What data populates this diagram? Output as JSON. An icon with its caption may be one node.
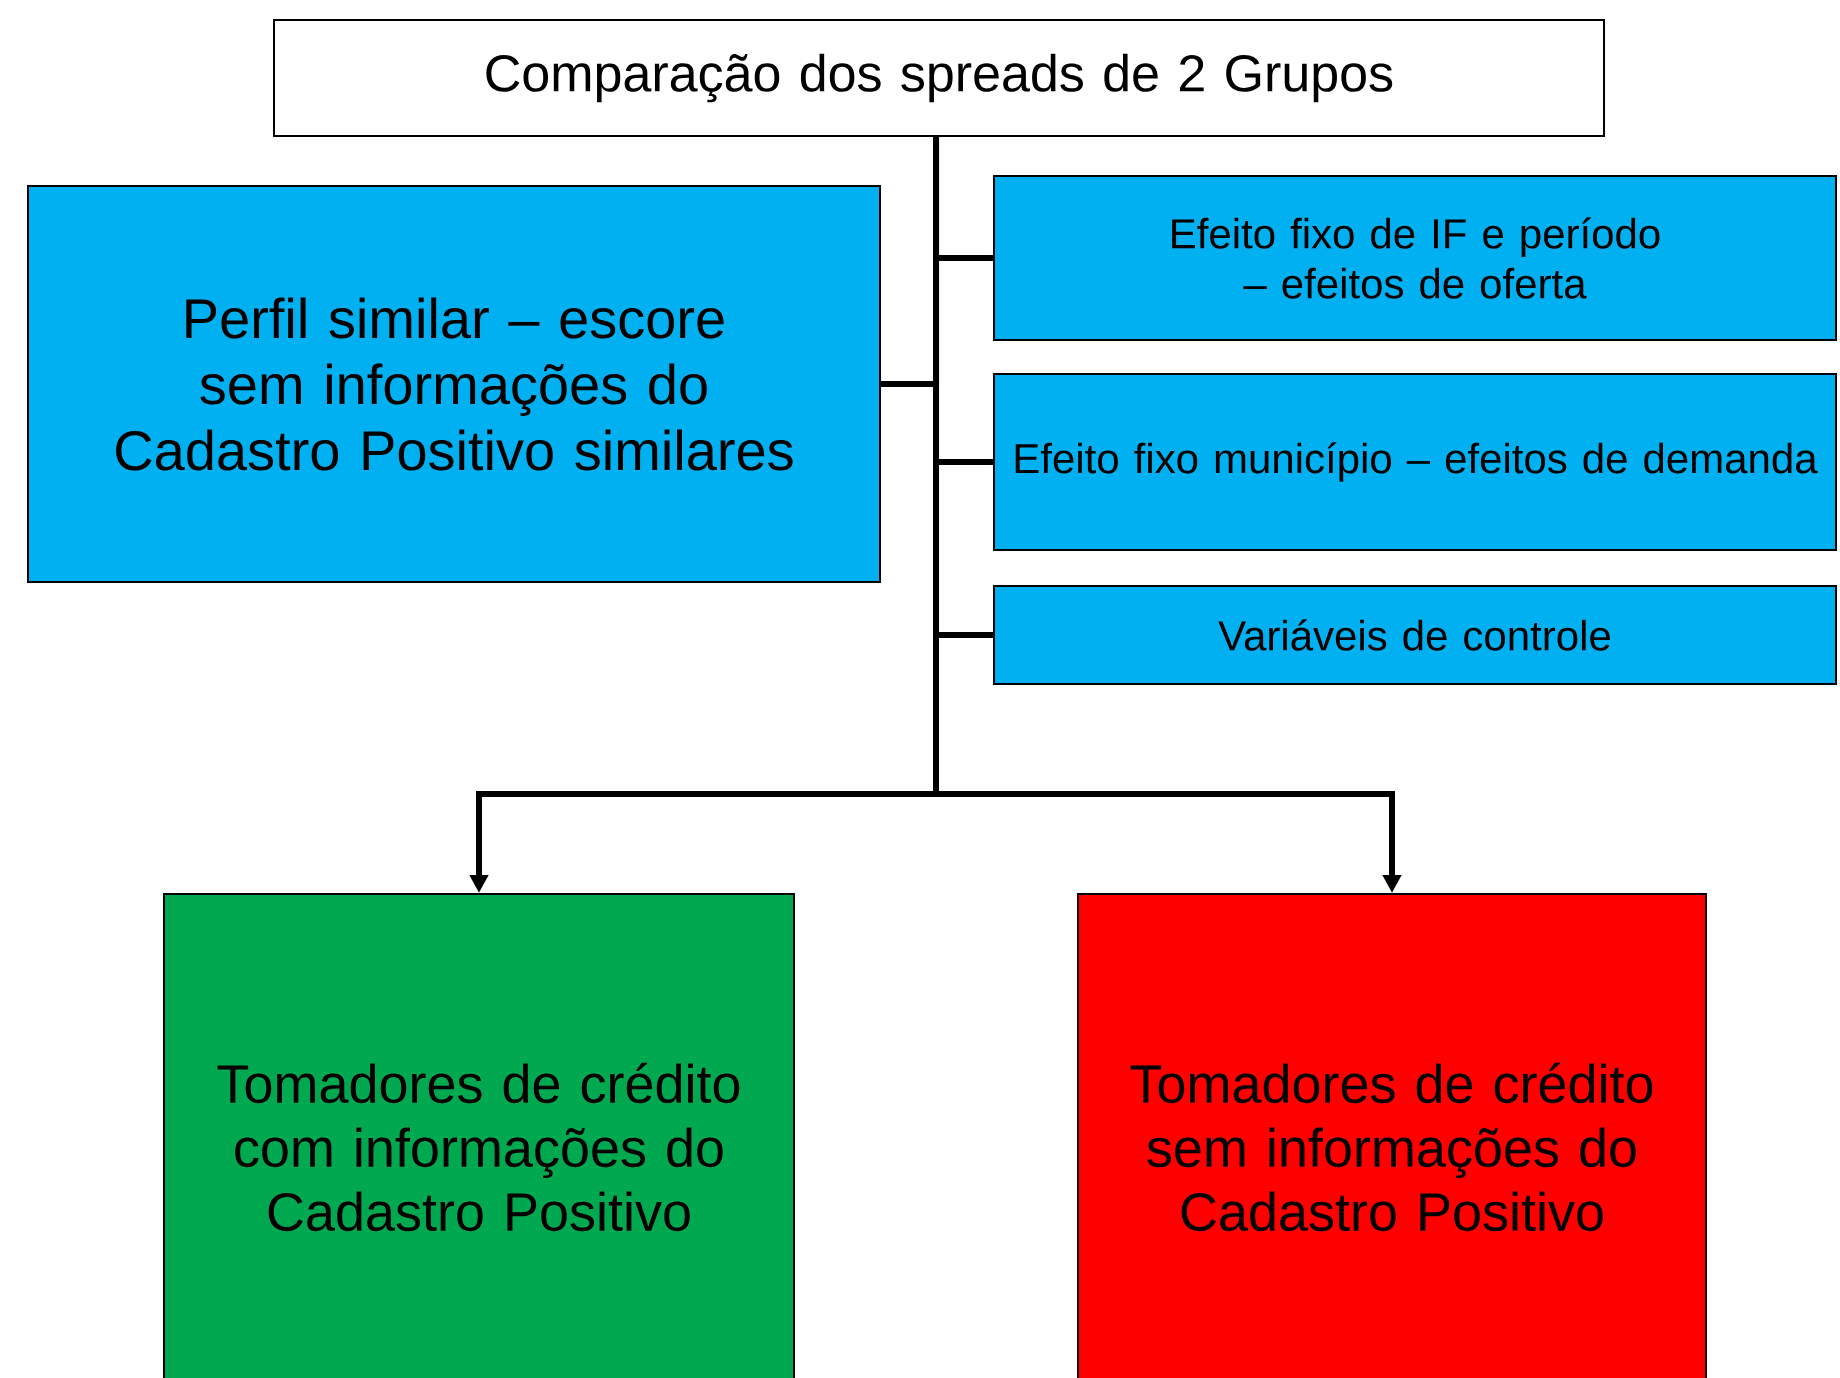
{
  "diagram": {
    "nodes": [
      {
        "text": [
          "Comparação dos spreads de 2 Grupos"
        ]
      },
      {
        "text": [
          "Perfil similar – escore sem informações do Cadastro Positivo similares"
        ]
      },
      {
        "text": [
          "Efeito fixo de IF e período – efeitos de oferta"
        ]
      },
      {
        "text": [
          "Efeito fixo município – efeitos de demanda"
        ]
      },
      {
        "text": [
          "Variáveis de controle"
        ]
      },
      {
        "text": [
          "Tomadores de crédito com informações do Cadastro Positivo"
        ]
      },
      {
        "text": [
          "Tomadores de crédito sem informações do Cadastro Positivo"
        ]
      }
    ],
    "edges": [
      {
        "from": 0,
        "to": 1,
        "arrow": "none"
      },
      {
        "from": 0,
        "to": 2,
        "arrow": "none"
      },
      {
        "from": 0,
        "to": 3,
        "arrow": "none"
      },
      {
        "from": 0,
        "to": 4,
        "arrow": "none"
      },
      {
        "from": 0,
        "to": 5,
        "arrow": "to"
      },
      {
        "from": 0,
        "to": 6,
        "arrow": "to"
      }
    ]
  }
}
